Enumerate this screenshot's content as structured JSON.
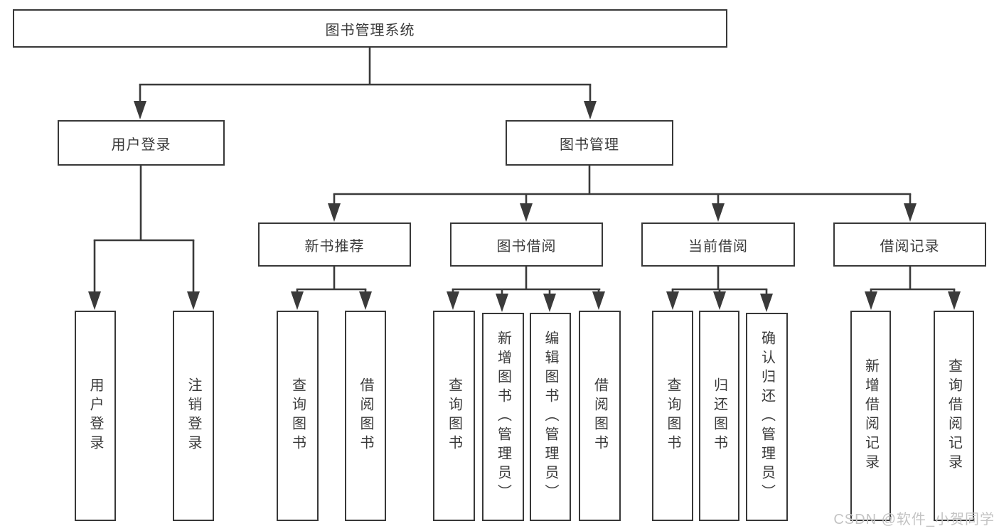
{
  "colors": {
    "line": "#3a3a3a",
    "border": "#383838",
    "text": "#3a3a3a",
    "watermark": "#c4c4c4",
    "background": "#ffffff"
  },
  "tree": {
    "root": {
      "label": "图书管理系统",
      "children": [
        {
          "label": "用户登录",
          "children": [
            {
              "label": "用户登录"
            },
            {
              "label": "注销登录"
            }
          ]
        },
        {
          "label": "图书管理",
          "children": [
            {
              "label": "新书推荐",
              "children": [
                {
                  "label": "查询图书"
                },
                {
                  "label": "借阅图书"
                }
              ]
            },
            {
              "label": "图书借阅",
              "children": [
                {
                  "label": "查询图书"
                },
                {
                  "label": "新增图书（管理员）"
                },
                {
                  "label": "编辑图书（管理员）"
                },
                {
                  "label": "借阅图书"
                }
              ]
            },
            {
              "label": "当前借阅",
              "children": [
                {
                  "label": "查询图书"
                },
                {
                  "label": "归还图书"
                },
                {
                  "label": "确认归还（管理员）"
                }
              ]
            },
            {
              "label": "借阅记录",
              "children": [
                {
                  "label": "新增借阅记录"
                },
                {
                  "label": "查询借阅记录"
                }
              ]
            }
          ]
        }
      ]
    }
  },
  "watermark": {
    "text": "CSDN @软件_小贺同学"
  }
}
